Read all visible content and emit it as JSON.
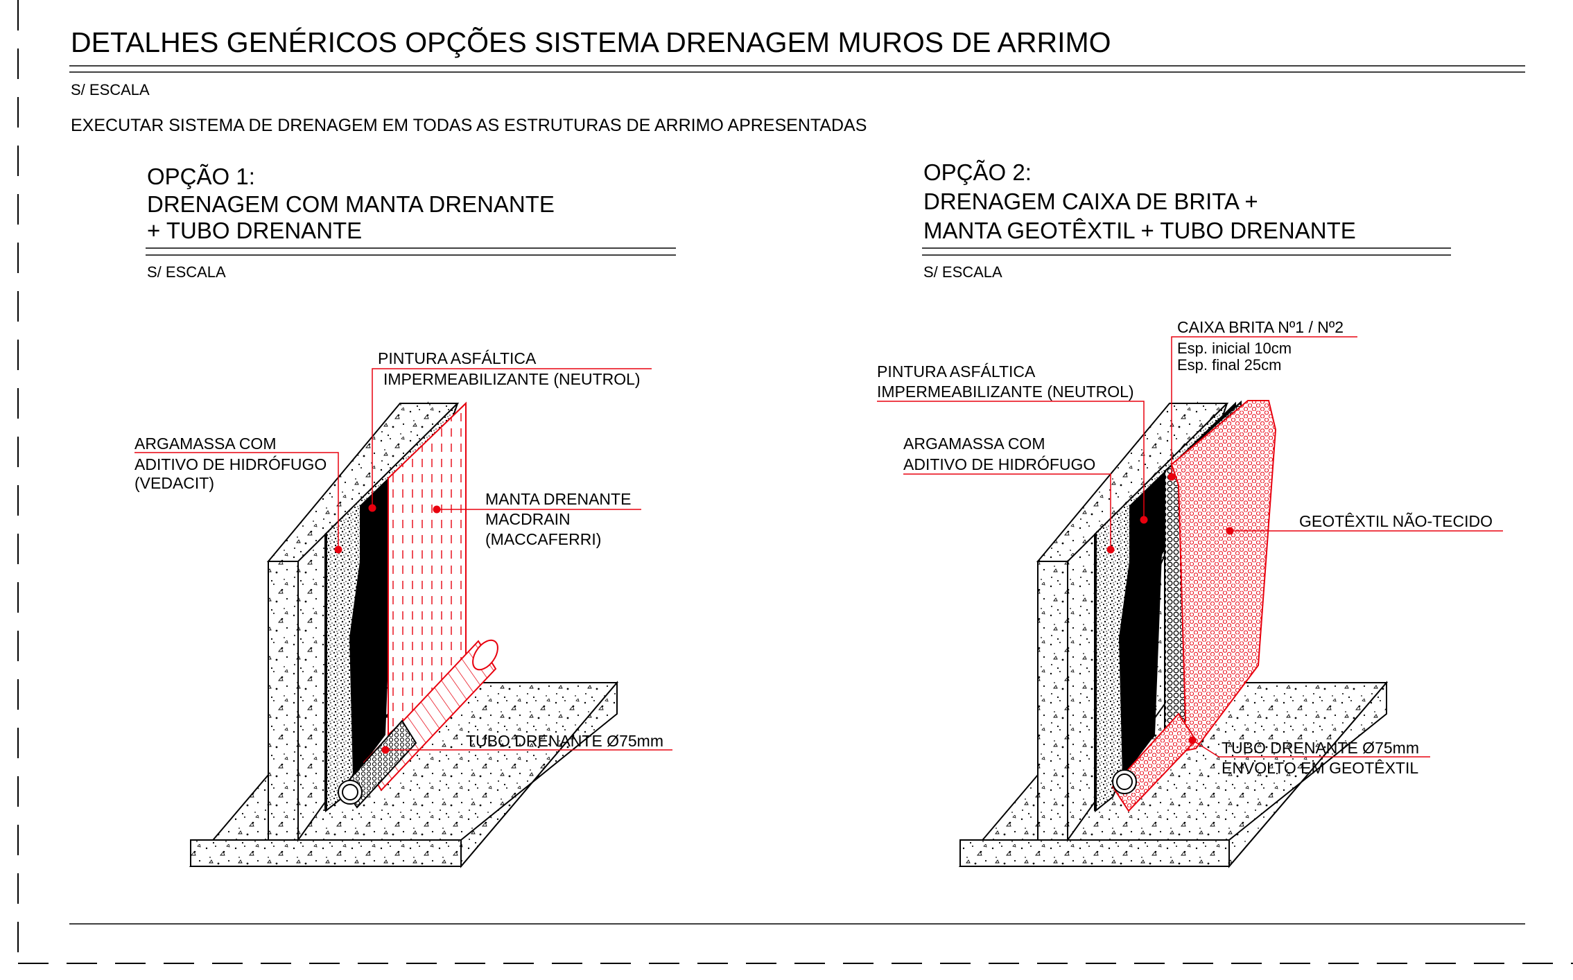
{
  "sheet": {
    "title": "DETALHES GENÉRICOS OPÇÕES SISTEMA DRENAGEM MUROS DE ARRIMO",
    "scale": "S/ ESCALA",
    "instruction": "EXECUTAR SISTEMA DE DRENAGEM EM TODAS AS ESTRUTURAS DE ARRIMO APRESENTADAS"
  },
  "option1": {
    "title_line1": "OPÇÃO 1:",
    "title_line2": "DRENAGEM COM MANTA DRENANTE",
    "title_line3": "+ TUBO DRENANTE",
    "scale": "S/ ESCALA",
    "labels": {
      "paint_1": "PINTURA ASFÁLTICA",
      "paint_2": "IMPERMEABILIZANTE (NEUTROL)",
      "mortar_1": "ARGAMASSA COM",
      "mortar_2": "ADITIVO DE HIDRÓFUGO",
      "mortar_3": "(VEDACIT)",
      "blanket_1": "MANTA DRENANTE",
      "blanket_2": "MACDRAIN",
      "blanket_3": "(MACCAFERRI)",
      "pipe_1": "TUBO DRENANTE Ø75mm"
    }
  },
  "option2": {
    "title_line1": "OPÇÃO 2:",
    "title_line2": "DRENAGEM CAIXA DE BRITA +",
    "title_line3": "MANTA GEOTÊXTIL + TUBO DRENANTE",
    "scale": "S/ ESCALA",
    "labels": {
      "gravel_1": "CAIXA BRITA Nº1 / Nº2",
      "gravel_2": "Esp. inicial 10cm",
      "gravel_3": "Esp. final 25cm",
      "paint_1": "PINTURA ASFÁLTICA",
      "paint_2": "IMPERMEABILIZANTE (NEUTROL)",
      "mortar_1": "ARGAMASSA COM",
      "mortar_2": "ADITIVO DE HIDRÓFUGO",
      "geotextile_1": "GEOTÊXTIL NÃO-TECIDO",
      "pipe_1": "TUBO DRENANTE Ø75mm",
      "pipe_2": "ENVOLTO EM GEOTÊXTIL"
    }
  },
  "colors": {
    "ink": "#000000",
    "annotation_red": "#e8000e",
    "concrete_fill": "#ffffff"
  }
}
